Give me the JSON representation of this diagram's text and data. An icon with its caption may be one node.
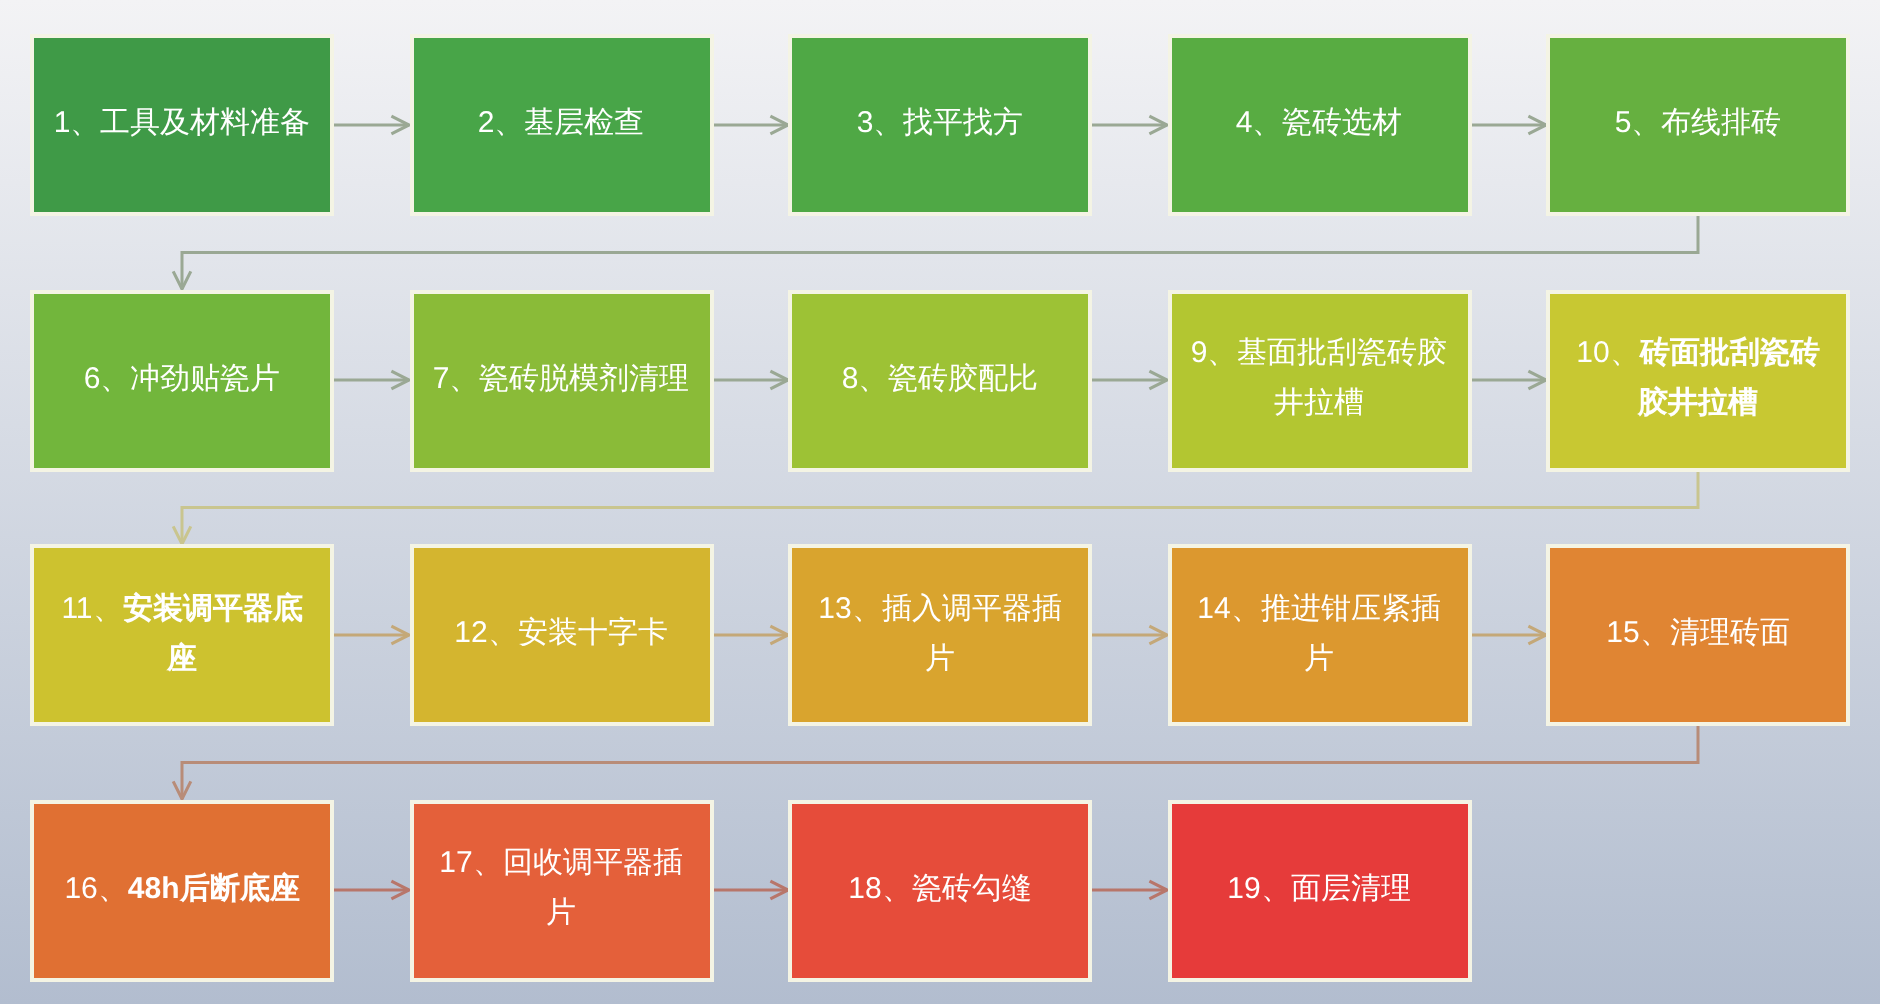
{
  "diagram": {
    "nodes": [
      {
        "text": [
          "1、工具及材料准备"
        ]
      },
      {
        "text": [
          "2、基层检查"
        ]
      },
      {
        "text": [
          "3、找平找方"
        ]
      },
      {
        "text": [
          "4、瓷砖选材"
        ]
      },
      {
        "text": [
          "5、布线排砖"
        ]
      },
      {
        "text": [
          "6、冲劲贴瓷片"
        ]
      },
      {
        "text": [
          "7、瓷砖脱模剂清理"
        ]
      },
      {
        "text": [
          "8、瓷砖胶配比"
        ]
      },
      {
        "text": [
          "9、基面批刮瓷砖胶井拉槽"
        ]
      },
      {
        "text": [
          "10、**砖面批刮瓷砖胶井拉槽**"
        ]
      },
      {
        "text": [
          "11、**安装调平器底座**"
        ]
      },
      {
        "text": [
          "12、安装十字卡"
        ]
      },
      {
        "text": [
          "13、插入调平器插片"
        ]
      },
      {
        "text": [
          "14、推进钳压紧插片"
        ]
      },
      {
        "text": [
          "15、清理砖面"
        ]
      },
      {
        "text": [
          "16、**48h后断底座**"
        ]
      },
      {
        "text": [
          "17、回收调平器插片"
        ]
      },
      {
        "text": [
          "18、瓷砖勾缝"
        ]
      },
      {
        "text": [
          "19、面层清理"
        ]
      }
    ],
    "edges": [
      {
        "from": 0,
        "to": 1,
        "arrow": "to"
      },
      {
        "from": 1,
        "to": 2,
        "arrow": "to"
      },
      {
        "from": 2,
        "to": 3,
        "arrow": "to"
      },
      {
        "from": 3,
        "to": 4,
        "arrow": "to"
      },
      {
        "from": 4,
        "to": 5,
        "arrow": "to"
      },
      {
        "from": 5,
        "to": 6,
        "arrow": "to"
      },
      {
        "from": 6,
        "to": 7,
        "arrow": "to"
      },
      {
        "from": 7,
        "to": 8,
        "arrow": "to"
      },
      {
        "from": 8,
        "to": 9,
        "arrow": "to"
      },
      {
        "from": 9,
        "to": 10,
        "arrow": "to",
        "color": "#c9c58f"
      },
      {
        "from": 10,
        "to": 11,
        "arrow": "to",
        "color": "#c4a878"
      },
      {
        "from": 11,
        "to": 12,
        "arrow": "to",
        "color": "#c4a878"
      },
      {
        "from": 12,
        "to": 13,
        "arrow": "to",
        "color": "#c4a878"
      },
      {
        "from": 13,
        "to": 14,
        "arrow": "to",
        "color": "#c4a878"
      },
      {
        "from": 14,
        "to": 15,
        "arrow": "to",
        "color": "#b88c78"
      },
      {
        "from": 15,
        "to": 16,
        "arrow": "to",
        "color": "#b8766a"
      },
      {
        "from": 16,
        "to": 17,
        "arrow": "to",
        "color": "#b8766a"
      },
      {
        "from": 17,
        "to": 18,
        "arrow": "to",
        "color": "#b8766a"
      }
    ]
  }
}
